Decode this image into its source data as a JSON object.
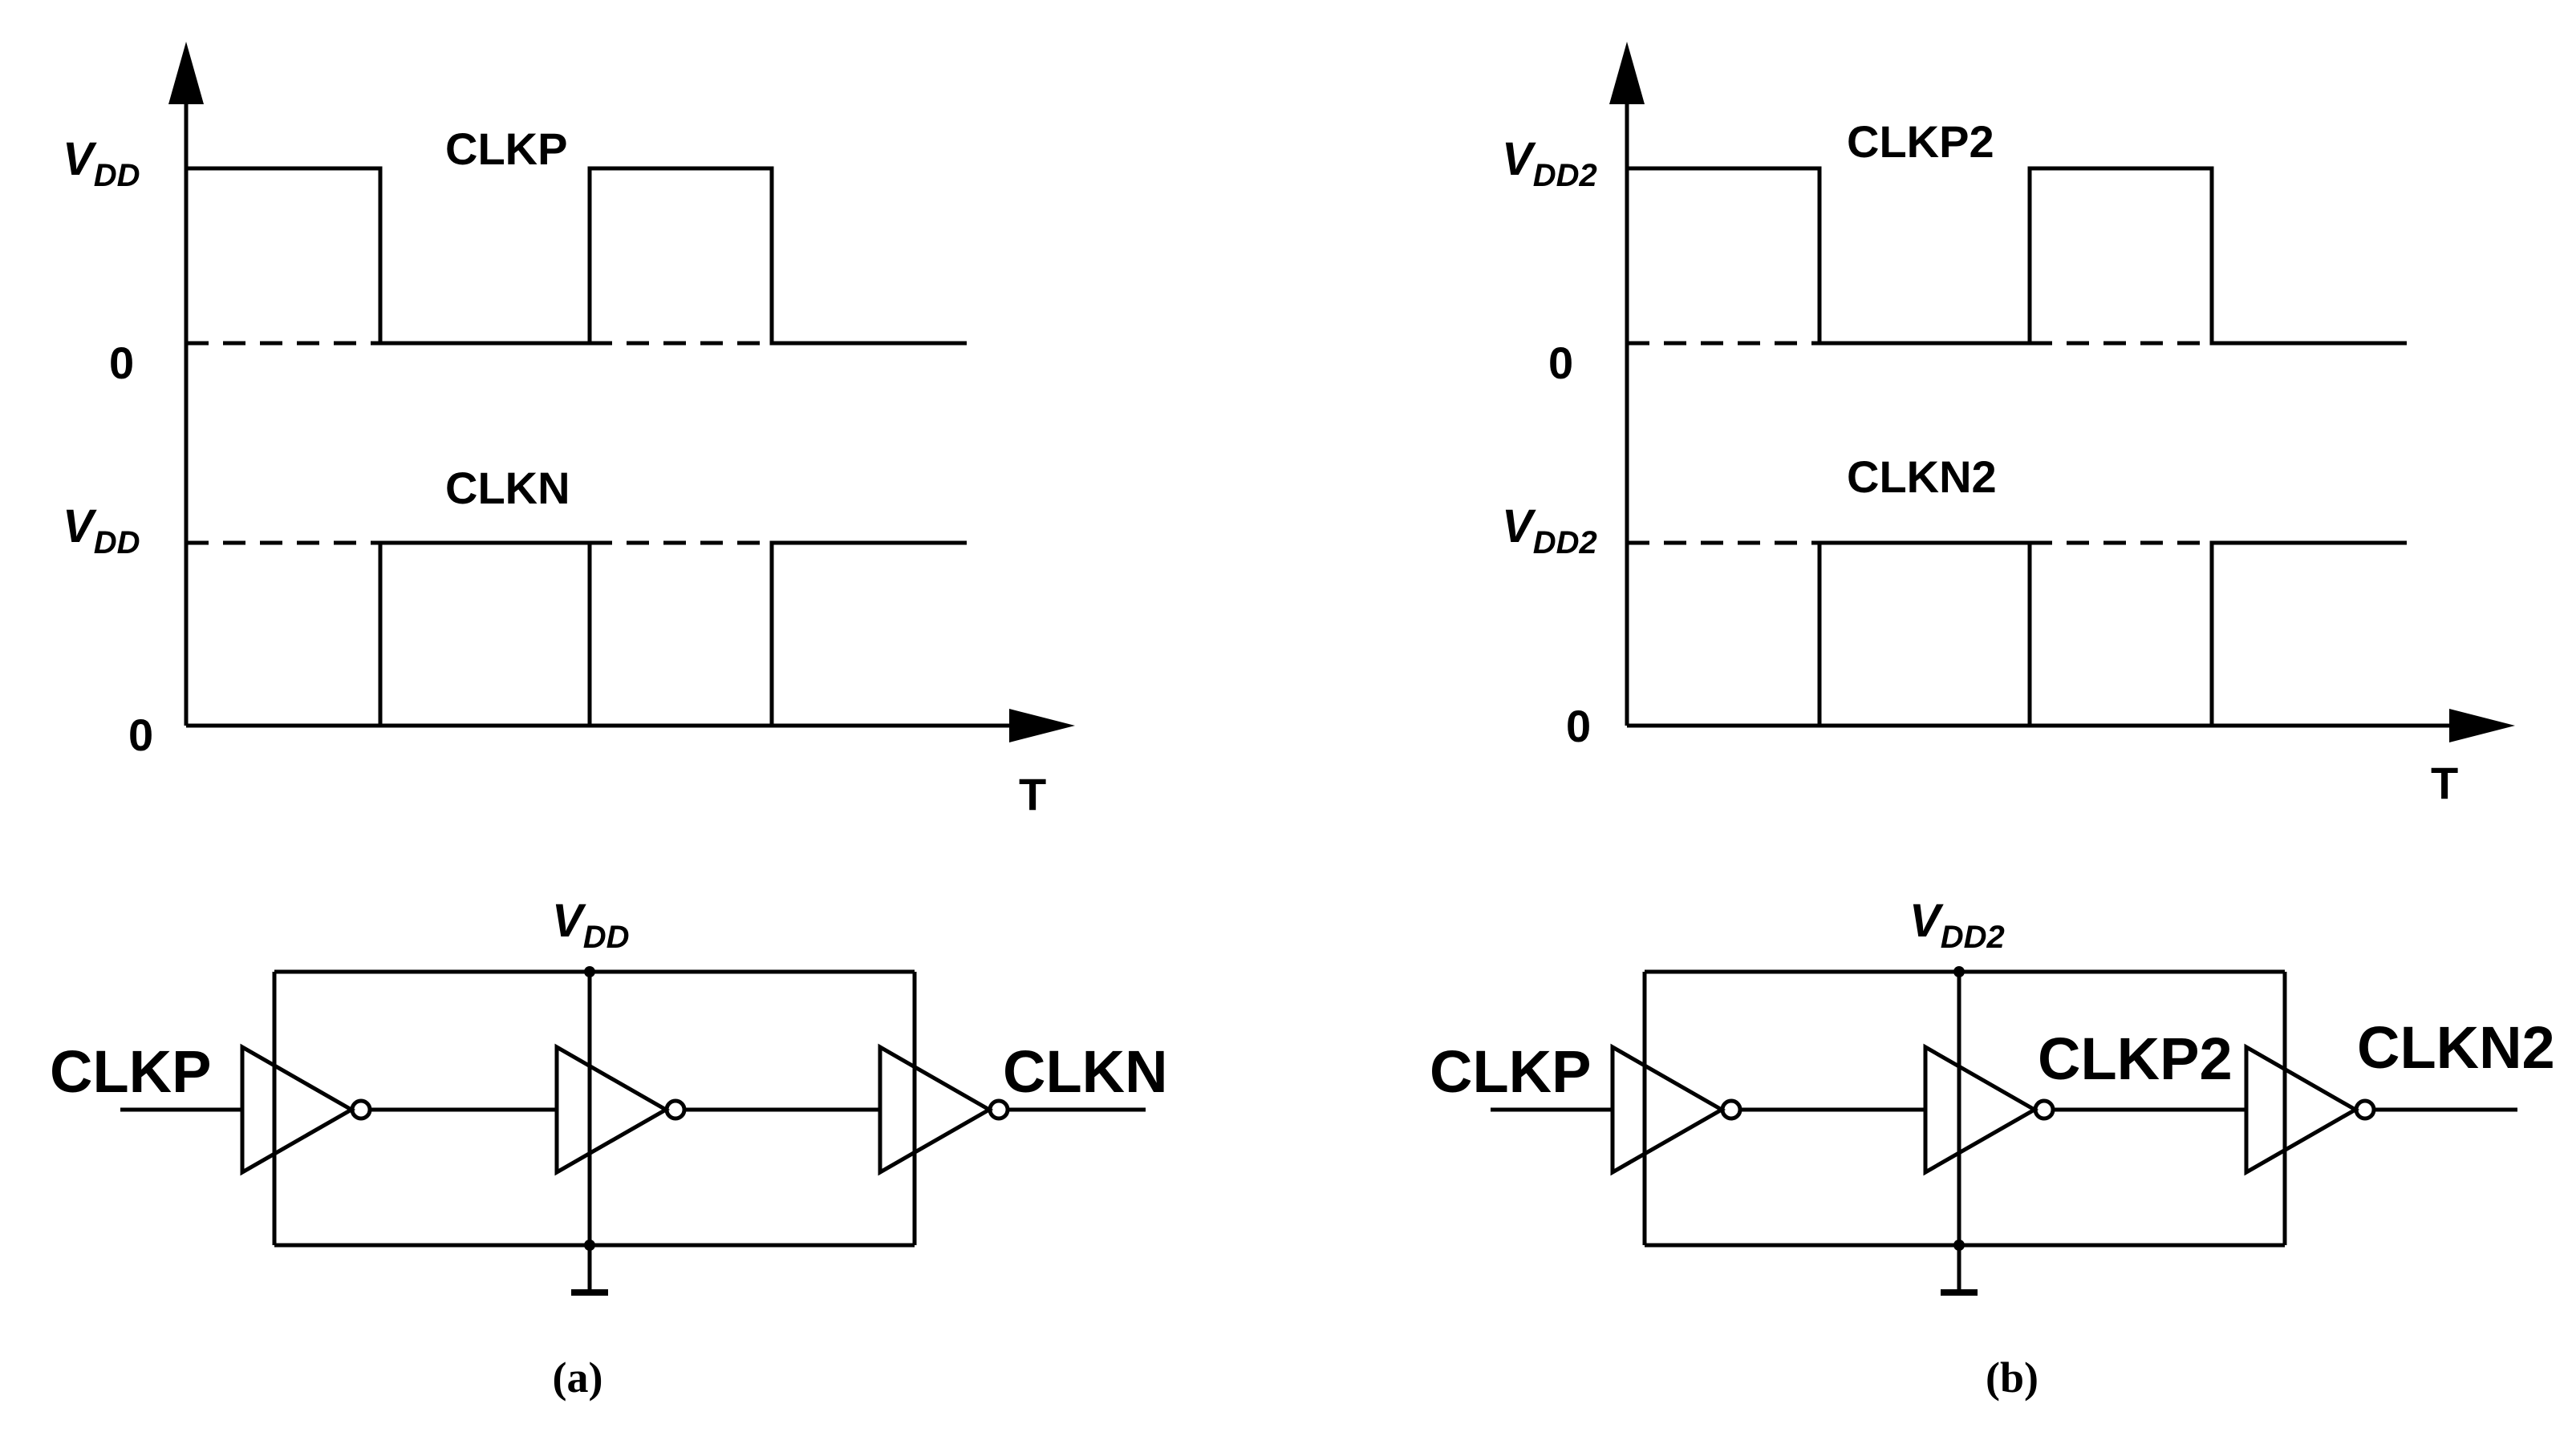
{
  "panel_a": {
    "caption": "(a)",
    "top_signal": "CLKP",
    "bottom_signal": "CLKN",
    "vdd_label": {
      "main": "V",
      "sub": "DD"
    },
    "zero_label": "0",
    "time_axis": "T",
    "circuit": {
      "input": "CLKP",
      "output": "CLKN",
      "supply": {
        "main": "V",
        "sub": "DD"
      },
      "inverters": 3
    }
  },
  "panel_b": {
    "caption": "(b)",
    "top_signal": "CLKP2",
    "bottom_signal": "CLKN2",
    "vdd_label": {
      "main": "V",
      "sub": "DD2"
    },
    "zero_label": "0",
    "time_axis": "T",
    "circuit": {
      "input": "CLKP",
      "mid_output": "CLKP2",
      "output": "CLKN2",
      "supply": {
        "main": "V",
        "sub": "DD2"
      },
      "inverters": 3
    }
  }
}
